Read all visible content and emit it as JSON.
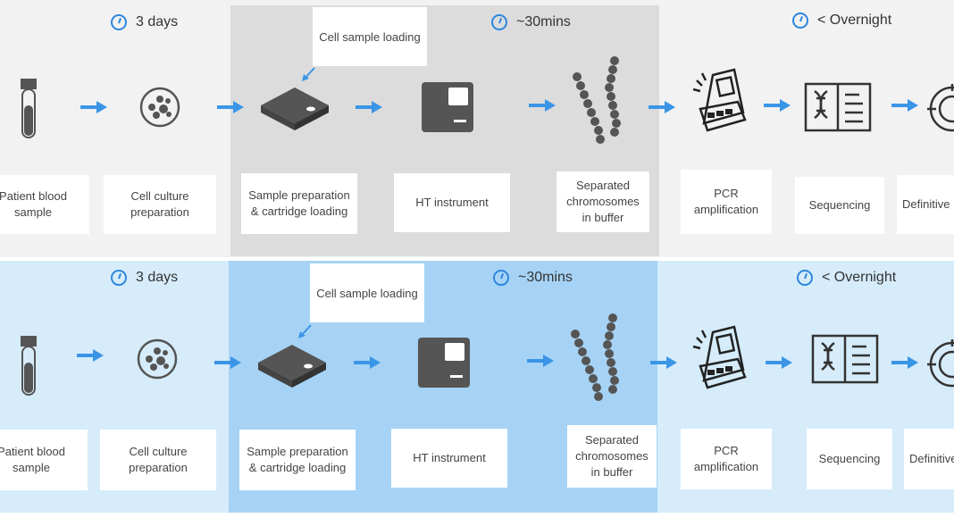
{
  "panels": [
    {
      "times": [
        "3 days",
        "~30mins",
        "< Overnight"
      ],
      "callout": "Cell sample loading",
      "steps": [
        "Patient blood sample",
        "Cell culture preparation",
        "Sample preparation & cartridge loading",
        "HT instrument",
        "Separated chromosomes in buffer",
        "PCR amplification",
        "Sequencing",
        "Definitive res"
      ]
    },
    {
      "times": [
        "3 days",
        "~30mins",
        "< Overnight"
      ],
      "callout": "Cell sample loading",
      "steps": [
        "Patient blood sample",
        "Cell culture preparation",
        "Sample preparation & cartridge loading",
        "HT instrument",
        "Separated chromosomes in buffer",
        "PCR amplification",
        "Sequencing",
        "Definitive res"
      ]
    }
  ],
  "colors": {
    "top_band": "#f2f2f2",
    "top_highlight": "#dcdcdc",
    "bottom_band": "#d6ecfb",
    "bottom_highlight": "#a6d3f5",
    "arrow": "#3a95e6",
    "icon": "#555555",
    "clock": "#2e86de"
  }
}
